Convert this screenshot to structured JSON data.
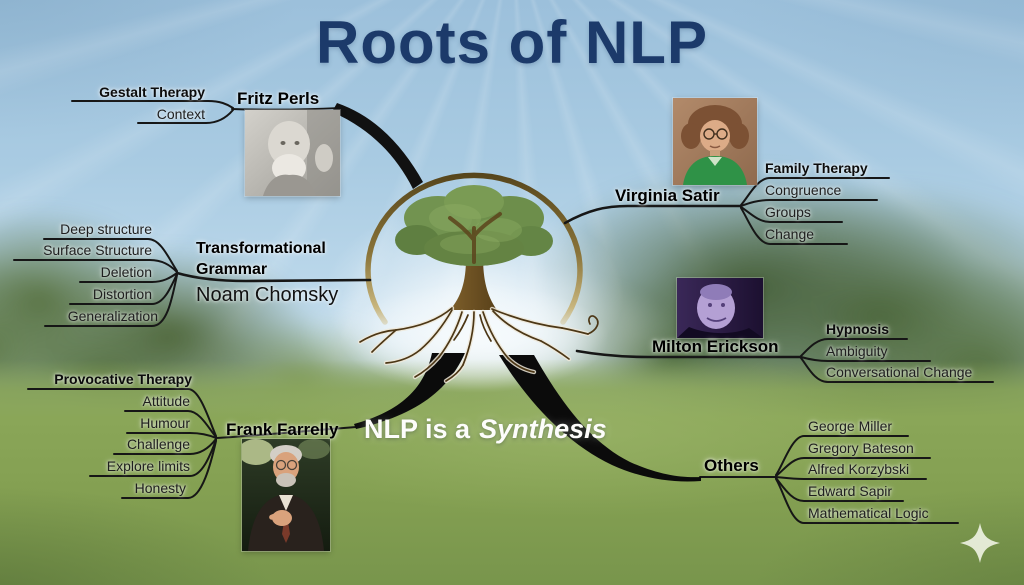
{
  "title": "Roots of NLP",
  "center": {
    "caption_regular": "NLP is a",
    "caption_italic": "Synthesis"
  },
  "nodes": {
    "fritz_perls": {
      "name": "Fritz Perls",
      "topics": [
        "Gestalt Therapy",
        "Context"
      ]
    },
    "noam_chomsky": {
      "heading_line1": "Transformational",
      "heading_line2": "Grammar",
      "name": "Noam Chomsky",
      "topics": [
        "Deep structure",
        "Surface Structure",
        "Deletion",
        "Distortion",
        "Generalization"
      ]
    },
    "virginia_satir": {
      "name": "Virginia Satir",
      "topics": [
        "Family Therapy",
        "Congruence",
        "Groups",
        "Change"
      ]
    },
    "milton_erickson": {
      "name": "Milton Erickson",
      "topics": [
        "Hypnosis",
        "Ambiguity",
        "Conversational Change"
      ]
    },
    "frank_farrelly": {
      "name": "Frank Farrelly",
      "topics": [
        "Provocative Therapy",
        "Attitude",
        "Humour",
        "Challenge",
        "Explore limits",
        "Honesty"
      ]
    },
    "others": {
      "name": "Others",
      "topics": [
        "George Miller",
        "Gregory Bateson",
        "Alfred Korzybski",
        "Edward Sapir",
        "Mathematical Logic"
      ]
    }
  },
  "colors": {
    "title_navy": "#1c3a6a",
    "connector_black": "#161616",
    "ring_gold": "#b49a55",
    "sky_blue": "#a9cbe2",
    "grass_green": "#86a254",
    "caption_white": "#fdfdfb"
  }
}
